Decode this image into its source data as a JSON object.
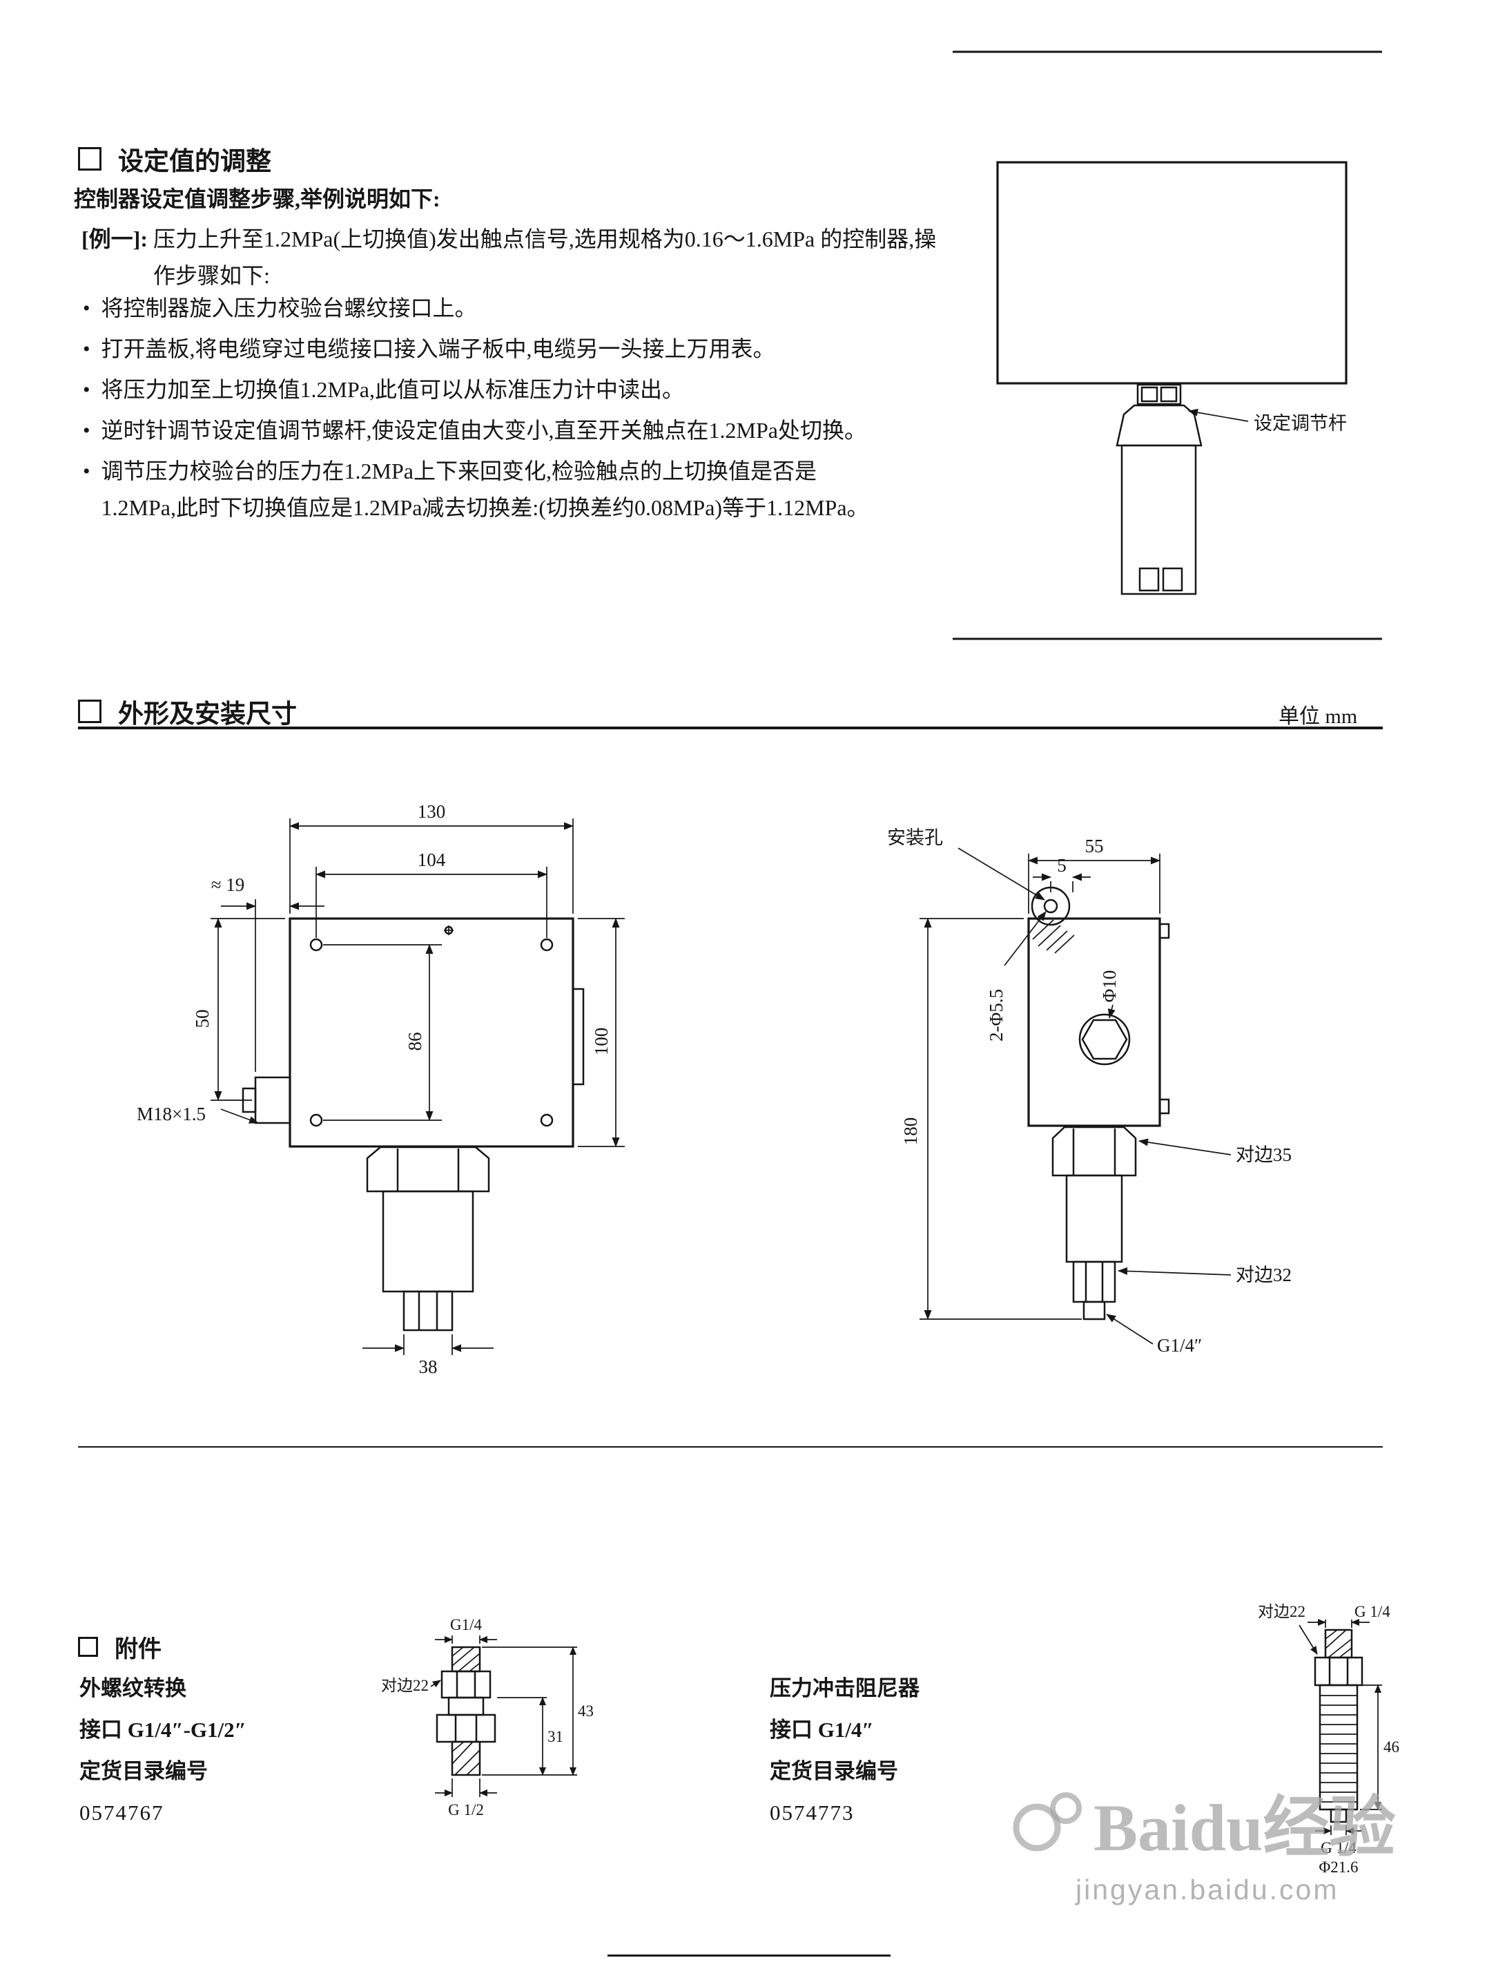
{
  "section_setting": {
    "title": "设定值的调整",
    "intro": "控制器设定值调整步骤,举例说明如下:",
    "example_label": "[例一]:",
    "example_text": "压力上升至1.2MPa(上切换值)发出触点信号,选用规格为0.16～1.6MPa 的控制器,操作步骤如下:",
    "bullets": [
      "将控制器旋入压力校验台螺纹接口上。",
      "打开盖板,将电缆穿过电缆接口接入端子板中,电缆另一头接上万用表。",
      "将压力加至上切换值1.2MPa,此值可以从标准压力计中读出。",
      "逆时针调节设定值调节螺杆,使设定值由大变小,直至开关触点在1.2MPa处切换。",
      "调节压力校验台的压力在1.2MPa上下来回变化,检验触点的上切换值是否是1.2MPa,此时下切换值应是1.2MPa减去切换差:(切换差约0.08MPa)等于1.12MPa。"
    ],
    "diagram_label": "设定调节杆"
  },
  "section_dimensions": {
    "title": "外形及安装尺寸",
    "unit": "单位 mm",
    "front_view": {
      "dim_width_outer": "130",
      "dim_hole_span": "104",
      "dim_approx": "≈ 19",
      "dim_left_height": "50",
      "dim_hole_height": "86",
      "dim_height": "100",
      "dim_bottom": "38",
      "thread": "M18×1.5"
    },
    "side_view": {
      "mounting_hole": "安装孔",
      "dim_depth": "55",
      "dim_offset": "5",
      "dim_holes": "2-Φ5.5",
      "dim_knob": "Φ10",
      "dim_height": "180",
      "hex_large": "对边35",
      "hex_small": "对边32",
      "port": "G1/4″"
    }
  },
  "section_accessories": {
    "title": "附件",
    "left": {
      "name": "外螺纹转换",
      "port": "接口 G1/4″-G1/2″",
      "catalog_label": "定货目录编号",
      "catalog_no": "0574767",
      "drawing": {
        "top_port": "G1/4",
        "hex": "对边22",
        "dim_mid": "31",
        "dim_total": "43",
        "bottom_port": "G 1/2"
      }
    },
    "right": {
      "name": "压力冲击阻尼器",
      "port": "接口 G1/4″",
      "catalog_label": "定货目录编号",
      "catalog_no": "0574773",
      "drawing": {
        "hex": "对边22",
        "top_port": "G 1/4",
        "dim_length": "46",
        "bottom_port": "G 1/4",
        "dim_dia": "Φ21.6"
      }
    }
  },
  "watermark": {
    "brand": "Baidu经验",
    "url": "jingyan.baidu.com"
  }
}
